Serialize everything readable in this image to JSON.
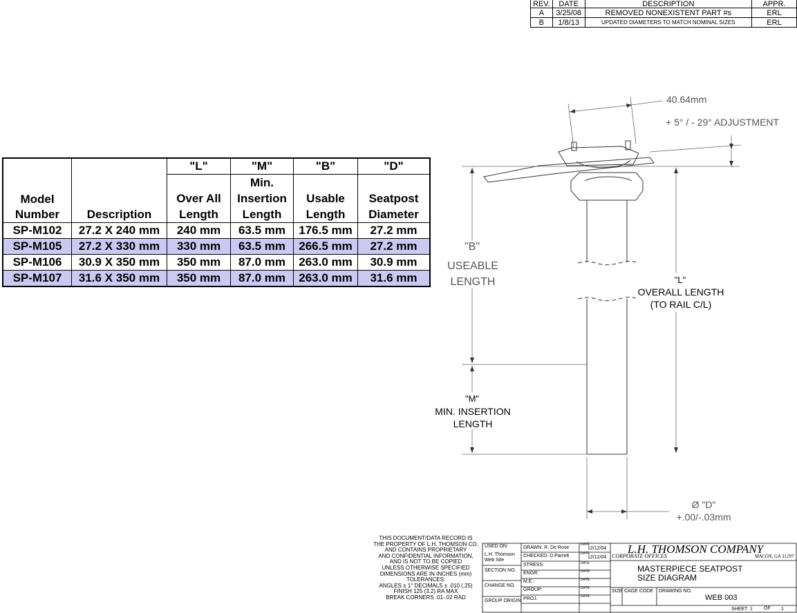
{
  "revision_block": {
    "headers": [
      "REV.",
      "DATE",
      "DESCRIPTION",
      "APPR."
    ],
    "rows": [
      {
        "rev": "A",
        "date": "3/25/08",
        "description": "REMOVED NONEXISTENT PART #s",
        "appr": "ERL"
      },
      {
        "rev": "B",
        "date": "1/8/13",
        "description": "UPDATED DIAMETERS TO MATCH NOMINAL SIZES",
        "appr": "ERL"
      }
    ]
  },
  "size_table": {
    "letters": [
      "\"L\"",
      "\"M\"",
      "\"B\"",
      "\"D\""
    ],
    "headers": {
      "model": [
        "Model",
        "Number"
      ],
      "description": "Description",
      "L": [
        "Over All",
        "Length"
      ],
      "M": [
        "Min.",
        "Insertion",
        "Length"
      ],
      "B": [
        "Usable",
        "Length"
      ],
      "D": [
        "Seatpost",
        "Diameter"
      ]
    },
    "rows": [
      {
        "model": "SP-M102",
        "description": "27.2 X 240 mm",
        "L": "240 mm",
        "M": "63.5 mm",
        "B": "176.5 mm",
        "D": "27.2 mm"
      },
      {
        "model": "SP-M105",
        "description": "27.2 X 330 mm",
        "L": "330 mm",
        "M": "63.5 mm",
        "B": "266.5 mm",
        "D": "27.2 mm"
      },
      {
        "model": "SP-M106",
        "description": "30.9 X 350 mm",
        "L": "350 mm",
        "M": "87.0 mm",
        "B": "263.0 mm",
        "D": "30.9 mm"
      },
      {
        "model": "SP-M107",
        "description": "31.6 X 350 mm",
        "L": "350 mm",
        "M": "87.0 mm",
        "B": "263.0 mm",
        "D": "31.6 mm"
      }
    ],
    "band_color": "#c9c9f2"
  },
  "drawing": {
    "clamp_width": "40.64mm",
    "adjustment": "+ 5° / - 29° ADJUSTMENT",
    "b_label": [
      "\"B\"",
      "USEABLE",
      "LENGTH"
    ],
    "l_label": [
      "\"L\"",
      "OVERALL LENGTH",
      "(TO RAIL C/L)"
    ],
    "m_label": [
      "\"M\"",
      "MIN. INSERTION",
      "LENGTH"
    ],
    "d_label": [
      "Ø \"D\"",
      "+.00/-.03mm"
    ]
  },
  "title_block": {
    "note": [
      "THIS DOCUMENT/DATA RECORD IS",
      "THE PROPERTY OF L.H. THOMSON CO.",
      "AND CONTAINS PROPRIETARY",
      "AND CONFIDENTIAL INFORMATION,",
      "AND IS NOT TO BE COPIED",
      "UNLESS OTHERWISE SPECIFIED",
      "DIMENSIONS ARE IN INCHES (mm)",
      "TOLERANCES:",
      "ANGLES ± 1°  DECIMALS ± .010 (.25)",
      "FINISH 125 (3.2) RA MAX",
      "BREAK CORNERS .01-.02 RAD"
    ],
    "used_on": "USED ON:",
    "used_on_value": [
      "L.H. Thomson",
      "Web Site"
    ],
    "section_no": "SECTION NO.",
    "change_no": "CHANGE NO.",
    "group_origin": "GROUP ORIGIN:",
    "drawn": "DRAWN:  R. De Rose",
    "checked": "CHECKED:  D.Parrett",
    "stress": "STRESS:",
    "engr": "ENGR:",
    "me": "M.E.:",
    "group": "GROUP:",
    "proj": "PROJ.",
    "date_label": "DATE",
    "drawn_date": "12/12/04",
    "checked_date": "12/12/04",
    "company": "L.H. THOMSON COMPANY",
    "corporate": "CORPORATE OFFICES",
    "location": "MACON, GA 31297",
    "drawing_title": [
      "MASTERPIECE SEATPOST",
      "SIZE DIAGRAM"
    ],
    "size": "SIZE",
    "cage_code": "CAGE CODE",
    "drawing_no_label": "DRAWING NO.",
    "drawing_no": "WEB 003",
    "sheet": "SHEET",
    "sheet_no": "1",
    "of": "OF",
    "sheet_total": "1"
  }
}
